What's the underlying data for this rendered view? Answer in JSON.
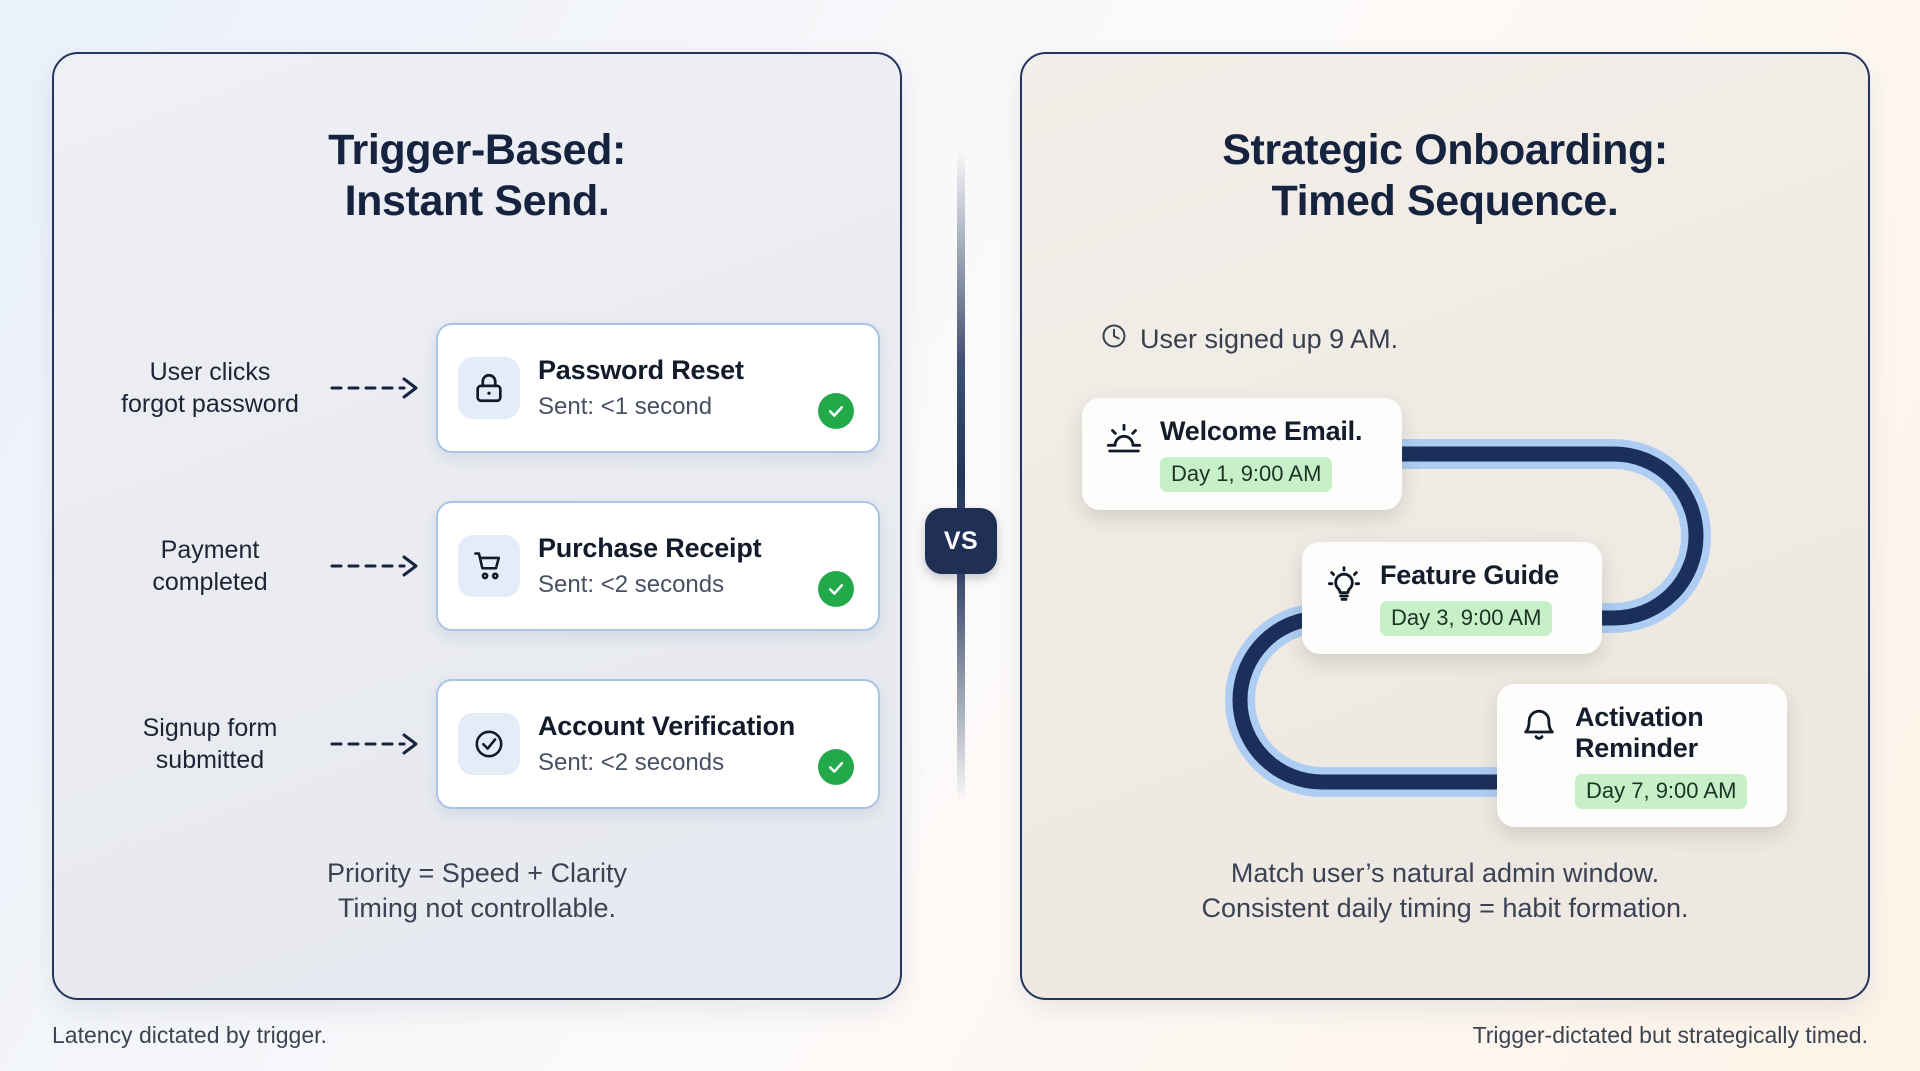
{
  "left_panel": {
    "title_line1": "Trigger-Based:",
    "title_line2": "Instant Send.",
    "rows": [
      {
        "label_line1": "User clicks",
        "label_line2": "forgot password",
        "arrow_icon": "dashed-arrow-right-icon",
        "card_icon": "lock-icon",
        "card_title": "Password Reset",
        "card_sub": "Sent: <1 second",
        "status_icon": "check-circle-icon"
      },
      {
        "label_line1": "Payment",
        "label_line2": "completed",
        "arrow_icon": "dashed-arrow-right-icon",
        "card_icon": "shopping-cart-icon",
        "card_title": "Purchase Receipt",
        "card_sub": "Sent: <2 seconds",
        "status_icon": "check-circle-icon"
      },
      {
        "label_line1": "Signup form",
        "label_line2": "submitted",
        "arrow_icon": "dashed-arrow-right-icon",
        "card_icon": "check-circle-outline-icon",
        "card_title": "Account Verification",
        "card_sub": "Sent: <2 seconds",
        "status_icon": "check-circle-icon"
      }
    ],
    "footnote_line1": "Priority = Speed + Clarity",
    "footnote_line2": "Timing not controllable."
  },
  "divider": {
    "label": "VS"
  },
  "right_panel": {
    "title_line1": "Strategic Onboarding:",
    "title_line2": "Timed Sequence.",
    "signup_note": {
      "icon": "clock-icon",
      "text": "User signed up 9 AM."
    },
    "sequence": [
      {
        "icon": "sunrise-icon",
        "title": "Welcome Email.",
        "time": "Day 1, 9:00 AM"
      },
      {
        "icon": "lightbulb-icon",
        "title": "Feature Guide",
        "time": "Day 3, 9:00 AM"
      },
      {
        "icon": "bell-icon",
        "title_line1": "Activation",
        "title_line2": "Reminder",
        "time": "Day 7, 9:00 AM"
      }
    ],
    "footnote_line1": "Match user’s natural admin window.",
    "footnote_line2": "Consistent daily timing = habit formation."
  },
  "footer": {
    "left": "Latency dictated by trigger.",
    "right": "Trigger-dictated but strategically timed."
  },
  "colors": {
    "ink": "#16233f",
    "panel_border": "#23355c",
    "card_border": "#a9c4e6",
    "success_green": "#22a94a",
    "pill_green": "#c7f0c8",
    "path_dark": "#1b2f5c",
    "path_light": "#aecdf2"
  }
}
